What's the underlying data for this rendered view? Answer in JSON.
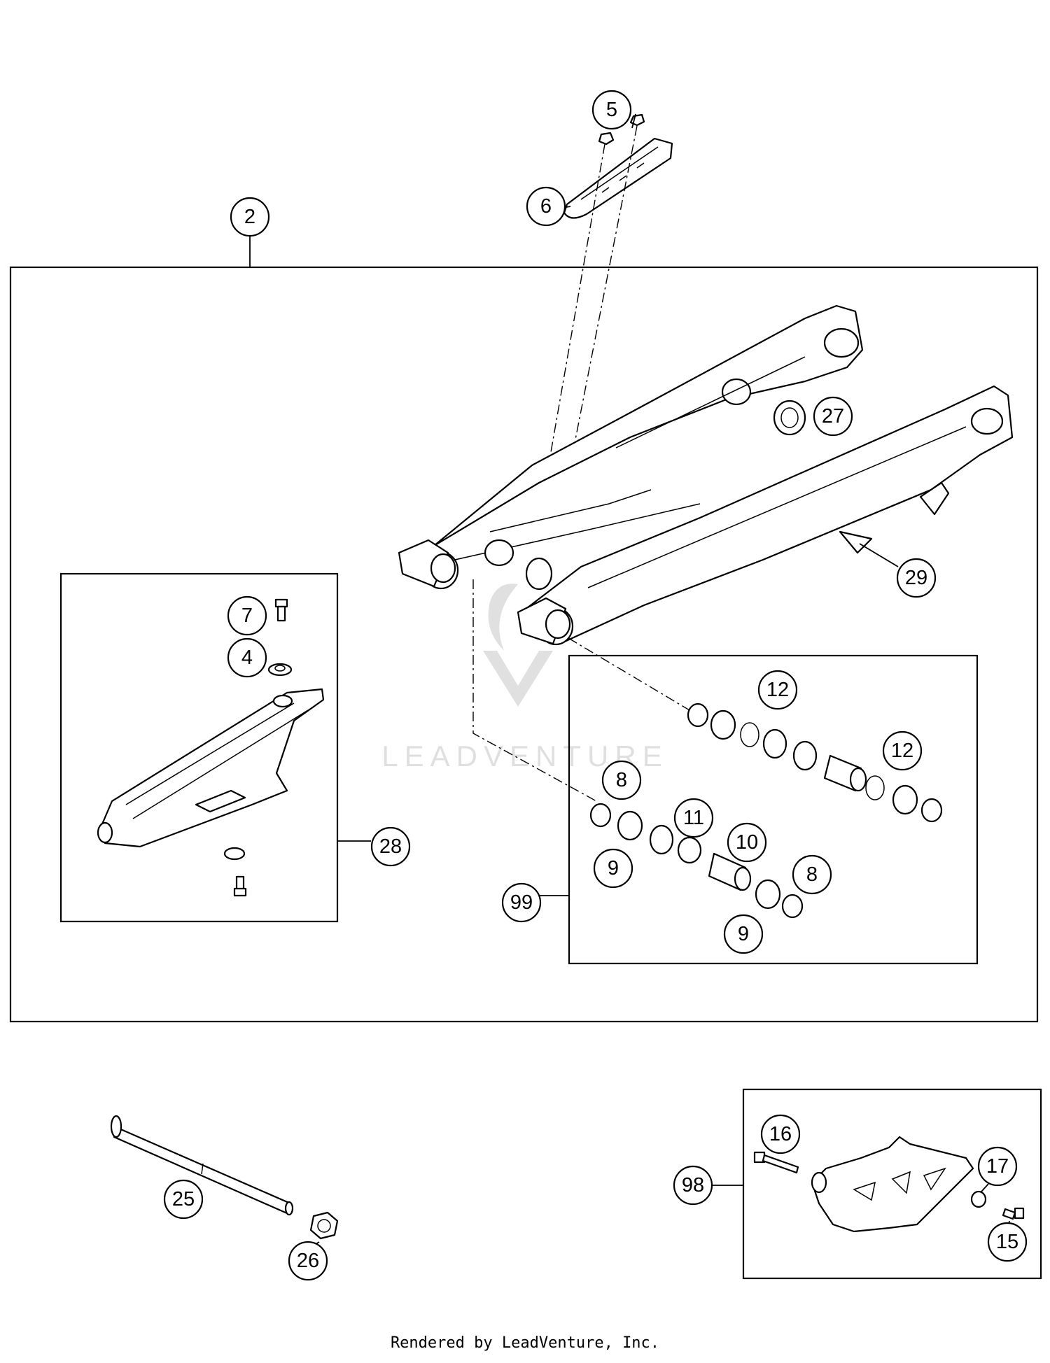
{
  "callouts": {
    "c2": "2",
    "c5": "5",
    "c6": "6",
    "c27": "27",
    "c29": "29",
    "c7": "7",
    "c4": "4",
    "c28": "28",
    "c12a": "12",
    "c12b": "12",
    "c8a": "8",
    "c11": "11",
    "c10": "10",
    "c9a": "9",
    "c8b": "8",
    "c99": "99",
    "c9b": "9",
    "c25": "25",
    "c26": "26",
    "c16": "16",
    "c17": "17",
    "c98": "98",
    "c15": "15"
  },
  "watermark": {
    "text": "LEADVENTURE"
  },
  "footer": {
    "text": "Rendered by LeadVenture, Inc."
  }
}
